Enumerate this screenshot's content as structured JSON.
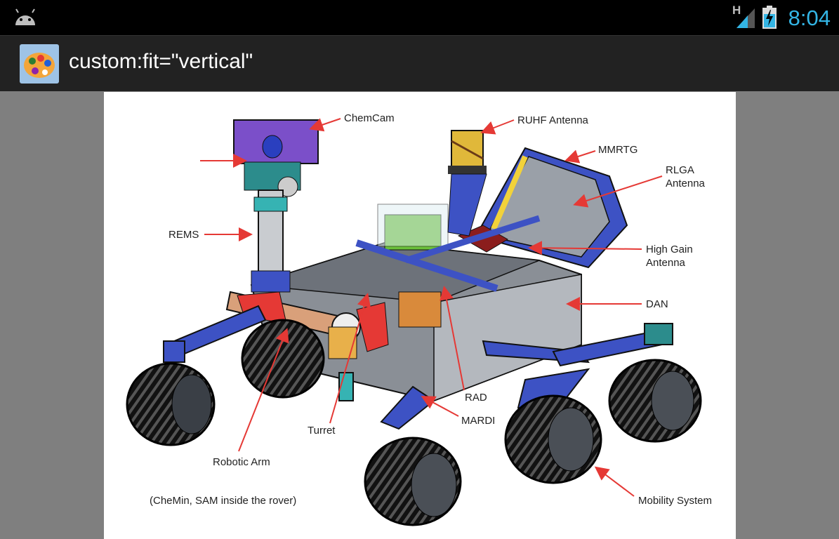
{
  "status_bar": {
    "time": "8:04",
    "network_type": "H",
    "icons": [
      "android-icon",
      "signal-icon",
      "battery-charging-icon"
    ]
  },
  "action_bar": {
    "title": "custom:fit=\"vertical\"",
    "icon": "paint-palette-icon"
  },
  "diagram": {
    "labels": {
      "chemcam": "ChemCam",
      "ruhf": "RUHF Antenna",
      "mmrtg": "MMRTG",
      "rlga": "RLGA\nAntenna",
      "rems": "REMS",
      "hga": "High Gain\nAntenna",
      "dan": "DAN",
      "rad": "RAD",
      "mardi": "MARDI",
      "turret": "Turret",
      "robotic_arm": "Robotic Arm",
      "mobility": "Mobility System",
      "note": "(CheMin, SAM inside the rover)"
    },
    "colors": {
      "arrow": "#e53935",
      "chassis": "#8a8f96",
      "blue_parts": "#3a5fcd",
      "purple_mast": "#7b4fc9",
      "wheel": "#111111"
    }
  }
}
